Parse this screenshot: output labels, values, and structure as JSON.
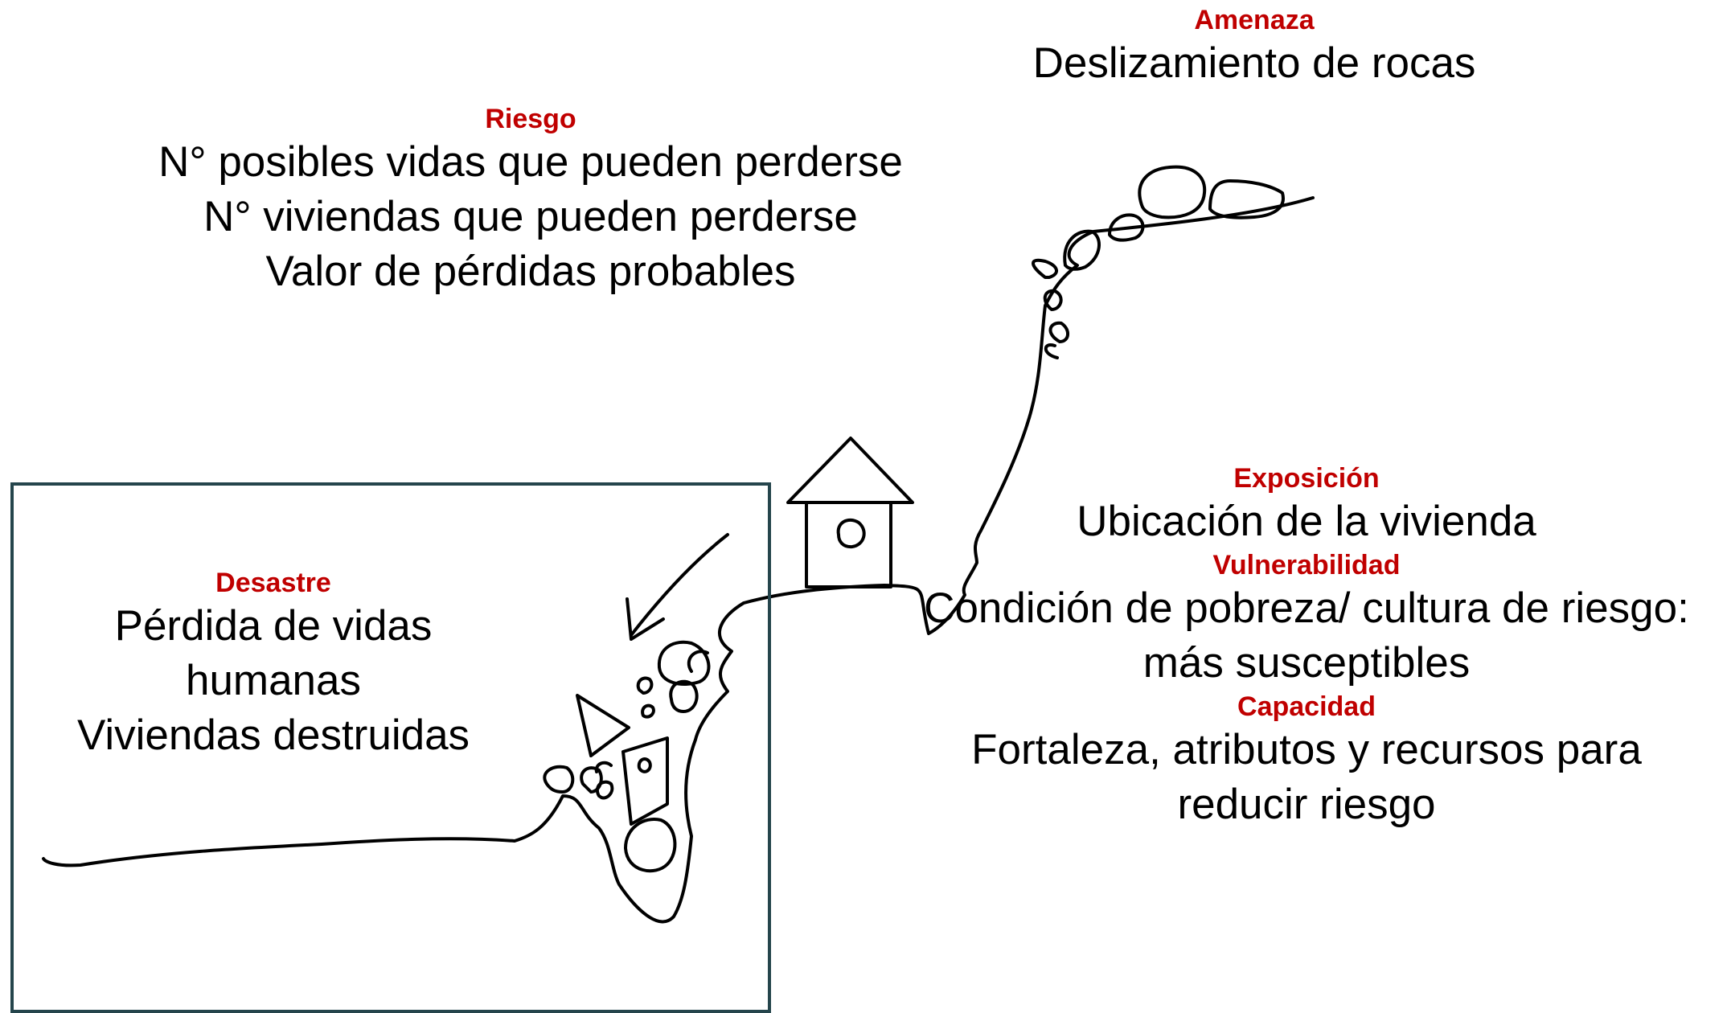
{
  "colors": {
    "heading": "#c00000",
    "frame": "#25454c",
    "ink": "#000000"
  },
  "amenaza": {
    "heading": "Amenaza",
    "lines": [
      "Deslizamiento de rocas"
    ]
  },
  "riesgo": {
    "heading": "Riesgo",
    "lines": [
      "N° posibles vidas que pueden perderse",
      "N° viviendas que pueden perderse",
      "Valor de pérdidas probables"
    ]
  },
  "exposicion": {
    "heading": "Exposición",
    "lines": [
      "Ubicación de la vivienda"
    ]
  },
  "vulnerabilidad": {
    "heading": "Vulnerabilidad",
    "lines": [
      "Condición de pobreza/ cultura de riesgo:",
      "más susceptibles"
    ]
  },
  "capacidad": {
    "heading": "Capacidad",
    "lines": [
      "Fortaleza, atributos y recursos para",
      "reducir riesgo"
    ]
  },
  "desastre": {
    "heading": "Desastre",
    "lines": [
      "Pérdida de vidas",
      "humanas",
      "Viviendas destruidas"
    ]
  }
}
